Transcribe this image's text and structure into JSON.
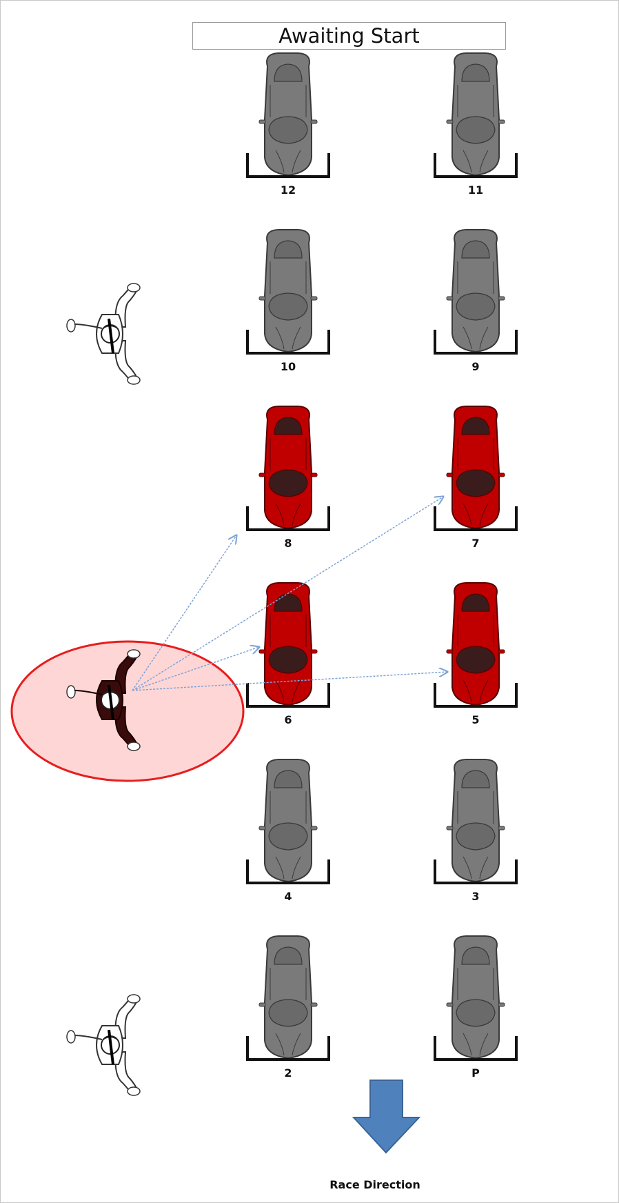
{
  "status": {
    "text": "Awaiting Start"
  },
  "grid": {
    "slots": [
      {
        "label": "12",
        "state": "idle"
      },
      {
        "label": "11",
        "state": "idle"
      },
      {
        "label": "10",
        "state": "idle"
      },
      {
        "label": "9",
        "state": "idle"
      },
      {
        "label": "8",
        "state": "active"
      },
      {
        "label": "7",
        "state": "active"
      },
      {
        "label": "6",
        "state": "active"
      },
      {
        "label": "5",
        "state": "active"
      },
      {
        "label": "4",
        "state": "idle"
      },
      {
        "label": "3",
        "state": "idle"
      },
      {
        "label": "2",
        "state": "idle"
      },
      {
        "label": "P",
        "state": "idle"
      }
    ]
  },
  "marshals": [
    {
      "name": "upper-marshal",
      "state": "idle"
    },
    {
      "name": "active-marshal",
      "state": "highlighted"
    },
    {
      "name": "lower-marshal",
      "state": "idle"
    }
  ],
  "direction": {
    "label": "Race Direction",
    "icon": "down-arrow-icon"
  },
  "colors": {
    "idle_car": "#7a7a7a",
    "active_car": "#c00000",
    "highlight_fill": "#ffd6d6",
    "highlight_stroke": "#e61e1e",
    "signal_arrow": "#7da3d6",
    "direction_arrow": "#4f81bd"
  }
}
